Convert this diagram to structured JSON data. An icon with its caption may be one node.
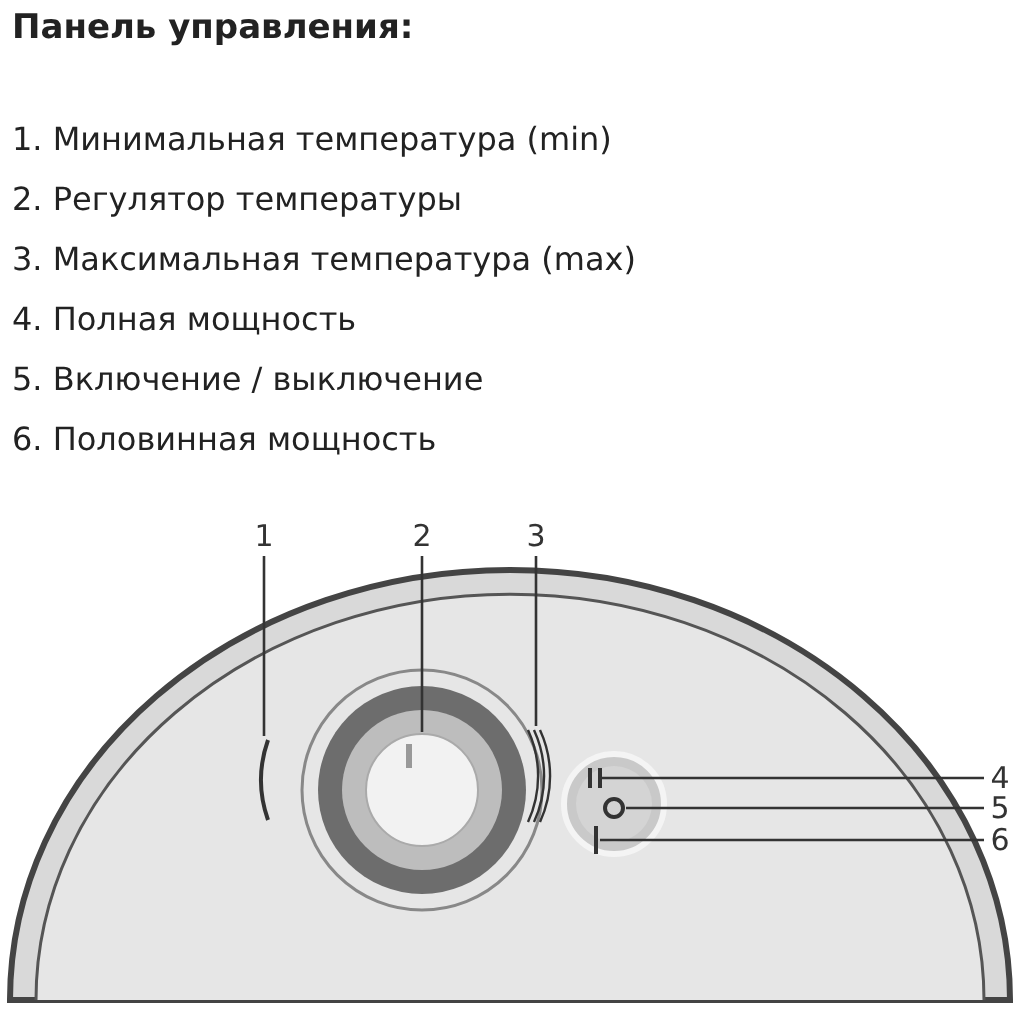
{
  "diagram": {
    "title": "Панель управления:",
    "nodes": [
      {
        "text": [
          "1"
        ]
      },
      {
        "text": [
          "2"
        ]
      },
      {
        "text": [
          "3"
        ]
      },
      {
        "text": [
          "4"
        ]
      },
      {
        "text": [
          "5"
        ]
      },
      {
        "text": [
          "6"
        ]
      },
      {
        "text": [],
        "shape": "arc"
      },
      {
        "text": [],
        "shape": "circle"
      },
      {
        "text": [],
        "shape": "arc"
      },
      {
        "text": [],
        "shape": "bar"
      },
      {
        "text": [],
        "shape": "circle"
      },
      {
        "text": [],
        "shape": "bar"
      }
    ],
    "edges": [
      {
        "from": 0,
        "to": 6,
        "arrow": "none"
      },
      {
        "from": 1,
        "to": 7,
        "arrow": "none"
      },
      {
        "from": 2,
        "to": 8,
        "arrow": "none"
      },
      {
        "from": 3,
        "to": 9,
        "arrow": "none"
      },
      {
        "from": 4,
        "to": 10,
        "arrow": "none"
      },
      {
        "from": 5,
        "to": 11,
        "arrow": "none"
      }
    ],
    "labels": [
      "1. Минимальная температура (min)",
      "2. Регулятор температуры",
      "3. Максимальная температура (max)",
      "4. Полная мощность",
      "5. Включение / выключение",
      "6. Половинная мощность"
    ]
  }
}
